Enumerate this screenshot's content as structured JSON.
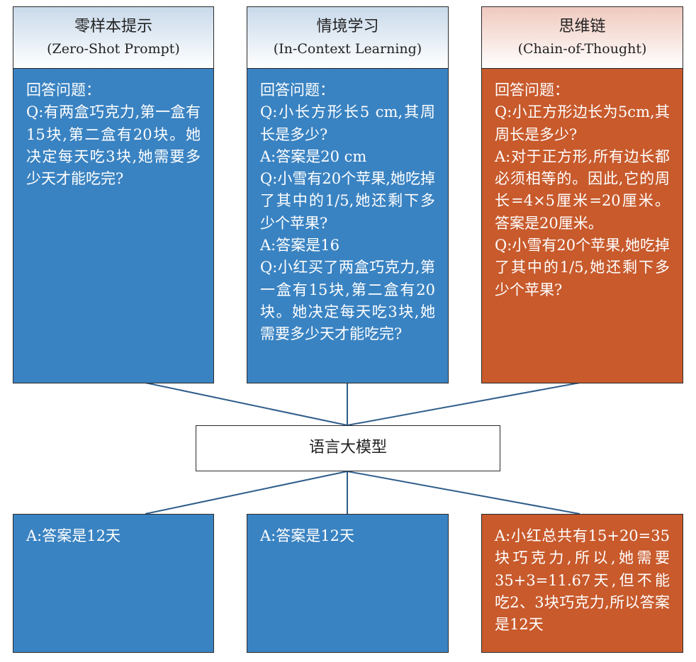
{
  "columns": [
    {
      "title_cn": "零样本提示",
      "title_en": "(Zero-Shot Prompt)",
      "prompt_lines": [
        "回答问题：",
        "Q:有两盒巧克力,第一盒有15块,第二盒有20块。她决定每天吃3块,她需要多少天才能吃完?"
      ],
      "answer": "A:答案是12天"
    },
    {
      "title_cn": "情境学习",
      "title_en": "(In-Context Learning)",
      "prompt_lines": [
        "回答问题：",
        "Q:小长方形长5 cm,其周长是多少?",
        "A:答案是20 cm",
        "Q:小雪有20个苹果,她吃掉了其中的1/5,她还剩下多少个苹果?",
        "A:答案是16",
        "Q:小红买了两盒巧克力,第一盒有15块,第二盒有20块。她决定每天吃3块,她需要多少天才能吃完?"
      ],
      "answer": "A:答案是12天"
    },
    {
      "title_cn": "思维链",
      "title_en": "(Chain-of-Thought)",
      "prompt_lines": [
        "回答问题：",
        "Q:小正方形边长为5cm,其周长是多少?",
        "A:对于正方形,所有边长都必须相等的。因此,它的周长=4×5厘米=20厘米。答案是20厘米。",
        "Q:小雪有20个苹果,她吃掉了其中的1/5,她还剩下多少个苹果?"
      ],
      "answer": "A:小红总共有15+20=35块巧克力,所以,她需要35+3=11.67天,但不能吃2、3块巧克力,所以答案是12天"
    }
  ],
  "center_node": "语言大模型",
  "colors": {
    "blue": "#3a83c2",
    "orange": "#c85a2c",
    "line": "#2f5d8a"
  }
}
